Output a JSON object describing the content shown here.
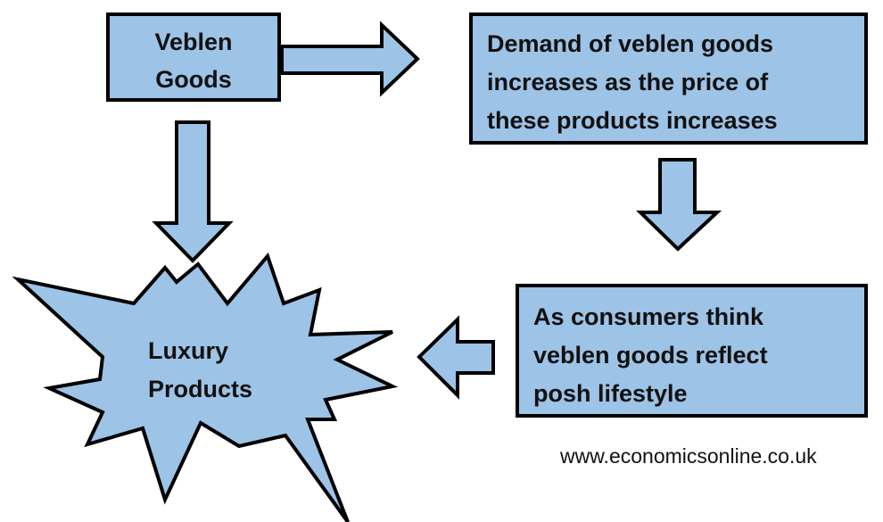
{
  "diagram": {
    "fill_color": "#9dc3e6",
    "stroke_color": "#000000",
    "nodes": {
      "veblen_goods": {
        "line1": "Veblen",
        "line2": "Goods"
      },
      "demand": {
        "line1": "Demand of veblen goods",
        "line2": "increases as the price of",
        "line3": "these products increases"
      },
      "consumers": {
        "line1": "As consumers think",
        "line2": "veblen goods reflect",
        "line3": "posh lifestyle"
      },
      "luxury": {
        "line1": "Luxury",
        "line2": "Products"
      }
    },
    "arrows": [
      {
        "from": "veblen_goods",
        "to": "demand",
        "direction": "right"
      },
      {
        "from": "demand",
        "to": "consumers",
        "direction": "down"
      },
      {
        "from": "consumers",
        "to": "luxury",
        "direction": "left"
      },
      {
        "from": "veblen_goods",
        "to": "luxury",
        "direction": "down"
      }
    ]
  },
  "footer": {
    "url": "www.economicsonline.co.uk"
  }
}
